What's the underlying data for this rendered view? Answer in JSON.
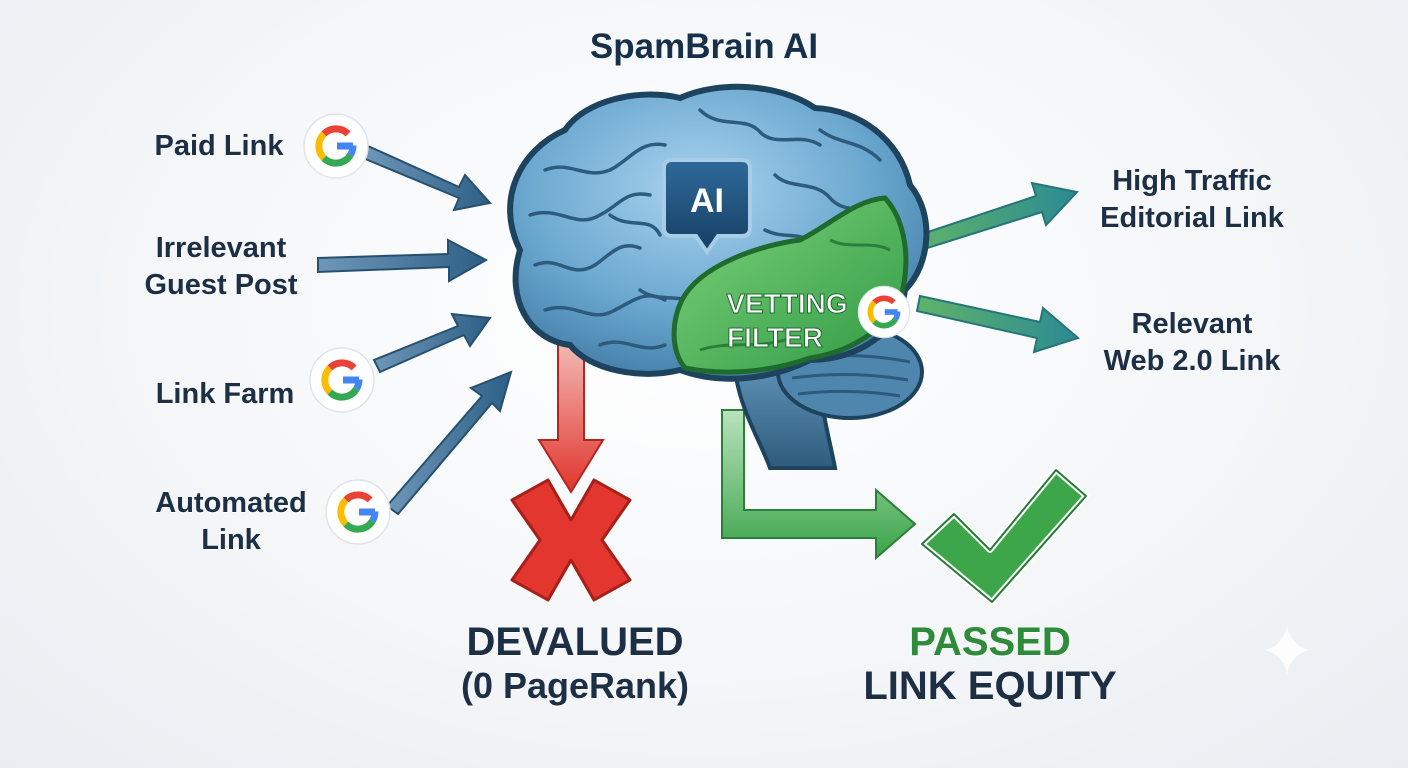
{
  "title": "SpamBrain AI",
  "brain": {
    "badge": "AI",
    "filter_line1": "VETTING",
    "filter_line2": "FILTER"
  },
  "inputs": [
    {
      "line1": "Paid Link",
      "line2": ""
    },
    {
      "line1": "Irrelevant",
      "line2": "Guest Post"
    },
    {
      "line1": "Link Farm",
      "line2": ""
    },
    {
      "line1": "Automated",
      "line2": "Link"
    }
  ],
  "outputs": [
    {
      "line1": "High Traffic",
      "line2": "Editorial Link"
    },
    {
      "line1": "Relevant",
      "line2": "Web 2.0 Link"
    }
  ],
  "results": {
    "devalued_line1": "DEVALUED",
    "devalued_line2": "(0 PageRank)",
    "passed_line1": "PASSED",
    "passed_line2": "LINK EQUITY"
  },
  "icons": {
    "source_badge": "google-g-icon",
    "reject": "red-x-icon",
    "accept": "green-check-icon",
    "decoration": "sparkle-icon"
  },
  "colors": {
    "brain": "#5b9cc7",
    "brain_dark": "#2a5677",
    "filter_green": "#38a84a",
    "reject_red": "#e03a32",
    "accept_green": "#3ba148",
    "arrow_blue": "#3f6d92",
    "arrow_teal": "#2f8a8f",
    "text": "#1d2f45"
  }
}
